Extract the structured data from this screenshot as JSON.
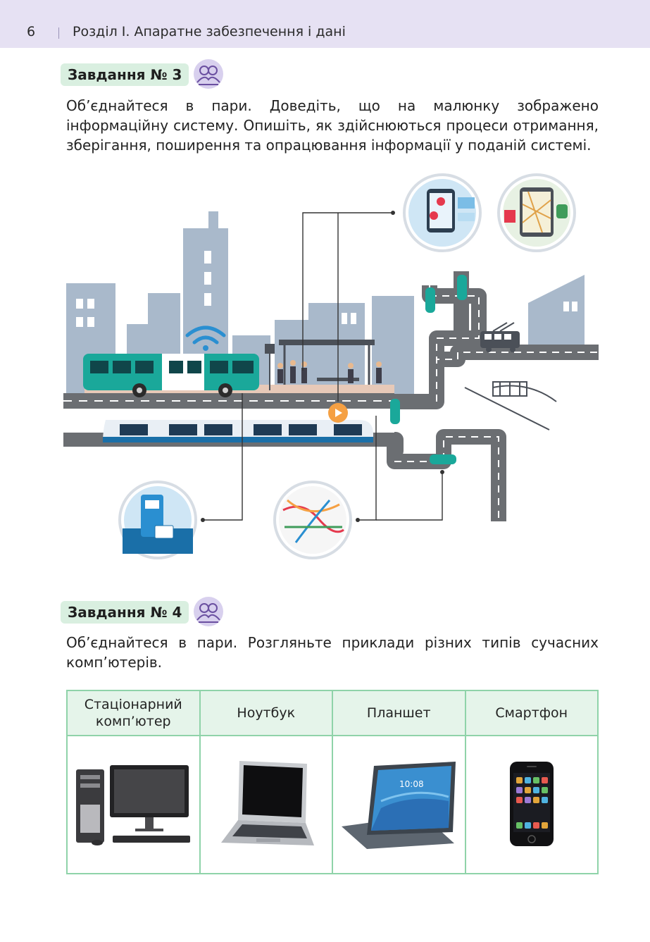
{
  "header": {
    "page_number": "6",
    "chapter_title": "Розділ І. Апаратне забезпечення і дані"
  },
  "task3": {
    "badge": "Завдання № 3",
    "text": "Об’єднайтеся в пари. Доведіть, що на малюнку зображено інформаційну систему. Опишіть, як здійснюються процеси отримання, зберігання, поширення та опрацювання інформації у поданій системі."
  },
  "task4": {
    "badge": "Завдання № 4",
    "text": "Об’єднайтеся в пари. Розгляньте приклади різних типів сучасних комп’ютерів."
  },
  "table": {
    "headers": [
      "Стаціонарний комп’ютер",
      "Ноутбук",
      "Планшет",
      "Смартфон"
    ]
  },
  "icons": [
    "pair-work-icon",
    "desktop-computer-icon",
    "laptop-icon",
    "tablet-icon",
    "smartphone-icon"
  ],
  "colors": {
    "header_bg": "#e6e1f3",
    "badge_bg": "#d9efe0",
    "table_border": "#8fd3a9",
    "table_header_bg": "#e5f4ea",
    "building": "#a9b9cb",
    "road": "#6b6e72",
    "vehicle_teal": "#1aa89a"
  }
}
